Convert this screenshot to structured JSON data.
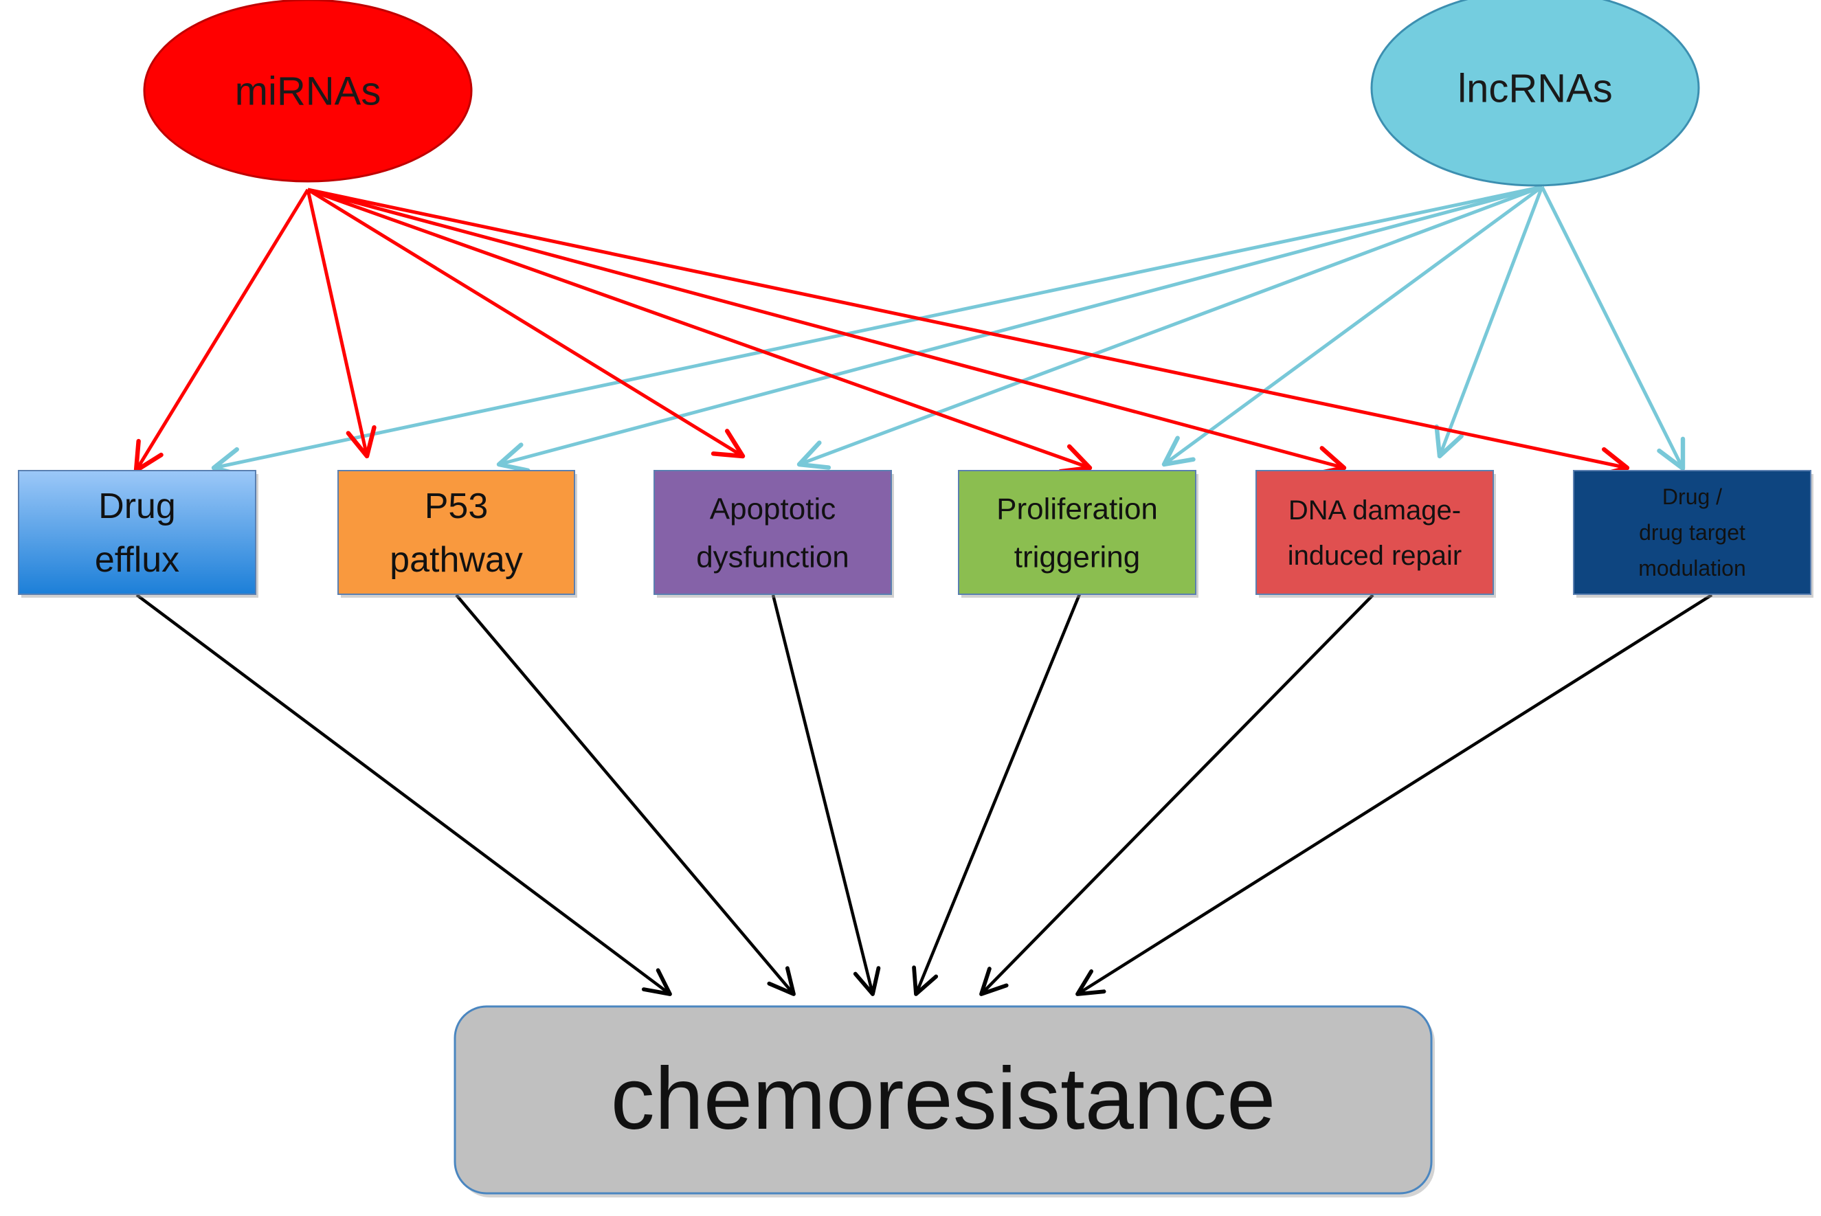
{
  "sources": [
    {
      "id": "mirnas",
      "label": "miRNAs",
      "fill": "#ff0000",
      "stroke": "#c00000",
      "text_color": "#1a1a1a",
      "arrow_color": "#ff0000"
    },
    {
      "id": "lncrnas",
      "label": "lncRNAs",
      "fill": "#74cddf",
      "stroke": "#3c8fb0",
      "text_color": "#1a1a1a",
      "arrow_color": "#78c8d8"
    }
  ],
  "mechanisms": [
    {
      "id": "drug-efflux",
      "lines": [
        "Drug",
        "efflux"
      ],
      "fill_top": "#9cc8f8",
      "fill_bottom": "#1c7fd8",
      "text_color": "#111111"
    },
    {
      "id": "p53-pathway",
      "lines": [
        "P53",
        "pathway"
      ],
      "fill_top": "#f9993e",
      "fill_bottom": "#f9993e",
      "text_color": "#111111"
    },
    {
      "id": "apoptotic-dysfunction",
      "lines": [
        "Apoptotic",
        "dysfunction"
      ],
      "fill_top": "#8562a8",
      "fill_bottom": "#8562a8",
      "text_color": "#111111"
    },
    {
      "id": "proliferation-triggering",
      "lines": [
        "Proliferation",
        "triggering"
      ],
      "fill_top": "#8bbe50",
      "fill_bottom": "#8bbe50",
      "text_color": "#111111"
    },
    {
      "id": "dna-damage-repair",
      "lines": [
        "DNA damage-",
        "induced repair"
      ],
      "fill_top": "#e05050",
      "fill_bottom": "#e05050",
      "text_color": "#111111"
    },
    {
      "id": "drug-target-modulation",
      "lines": [
        "Drug /",
        "drug target",
        "modulation"
      ],
      "fill_top": "#0e4580",
      "fill_bottom": "#0e4580",
      "text_color": "#111111"
    }
  ],
  "outcome": {
    "label": "chemoresistance",
    "fill": "#c0c0c0",
    "stroke": "#4a86c0",
    "text_color": "#111111"
  },
  "outcome_arrow_color": "#000000"
}
